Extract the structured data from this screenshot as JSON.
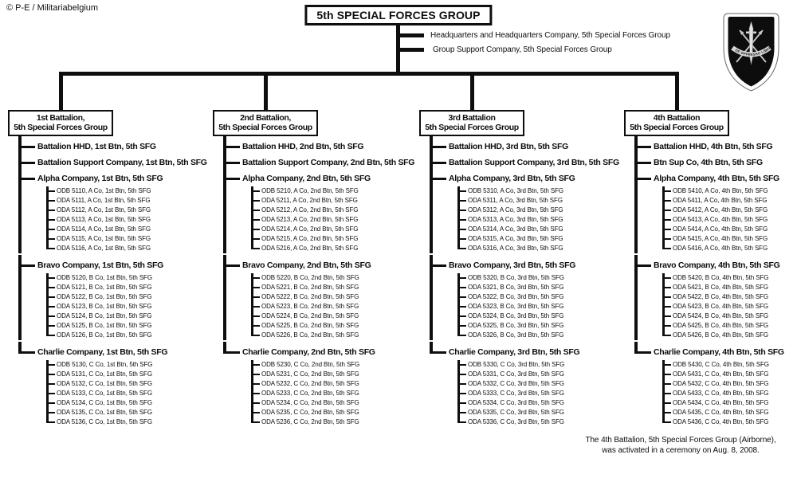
{
  "copyright": "© P-E / Militariabelgium",
  "title": "5th SPECIAL FORCES GROUP",
  "group_units": [
    "Headquarters and Headquarters Company,  5th Special Forces Group",
    "Group Support Company,  5th Special Forces Group"
  ],
  "insignia": {
    "name": "5th-special-forces-group-beret-flash",
    "motto": "DE OPPRESSO LIBER"
  },
  "battalions": [
    {
      "name_line1": "1st Battalion,",
      "name_line2": "5th Special Forces Group",
      "units": [
        {
          "label": "Battalion HHD, 1st Btn, 5th SFG",
          "teams": []
        },
        {
          "label": "Battalion  Support Company, 1st Btn, 5th SFG",
          "teams": []
        },
        {
          "label": "Alpha Company, 1st Btn, 5th SFG",
          "teams": [
            "ODB 5110, A Co, 1st Btn, 5th SFG",
            "ODA 5111, A Co, 1st Btn, 5th SFG",
            "ODA 5112, A Co, 1st Btn, 5th SFG",
            "ODA 5113, A Co, 1st Btn, 5th SFG",
            "ODA 5114, A Co, 1st Btn, 5th SFG",
            "ODA 5115, A Co, 1st Btn, 5th SFG",
            "ODA 5116, A Co, 1st Btn, 5th SFG"
          ]
        },
        {
          "label": "Bravo Company, 1st Btn, 5th SFG",
          "teams": [
            "ODB 5120, B Co, 1st Btn, 5th SFG",
            "ODA 5121, B Co, 1st Btn, 5th SFG",
            "ODA 5122, B Co, 1st Btn, 5th SFG",
            "ODA 5123, B Co, 1st Btn, 5th SFG",
            "ODA 5124, B Co, 1st Btn, 5th SFG",
            "ODA 5125, B Co, 1st Btn, 5th SFG",
            "ODA 5126, B Co, 1st Btn, 5th SFG"
          ]
        },
        {
          "label": "Charlie Company, 1st Btn, 5th SFG",
          "teams": [
            "ODB 5130, C Co, 1st Btn, 5th SFG",
            "ODA 5131, C Co, 1st Btn, 5th SFG",
            "ODA 5132, C Co, 1st Btn, 5th SFG",
            "ODA 5133, C Co, 1st Btn, 5th SFG",
            "ODA 5134, C Co, 1st Btn, 5th SFG",
            "ODA 5135, C Co, 1st Btn, 5th SFG",
            "ODA 5136, C Co, 1st Btn, 5th SFG"
          ]
        }
      ]
    },
    {
      "name_line1": "2nd Battalion,",
      "name_line2": "5th Special Forces Group",
      "units": [
        {
          "label": "Battalion HHD, 2nd Btn, 5th SFG",
          "teams": []
        },
        {
          "label": "Battalion  Support Company, 2nd Btn, 5th SFG",
          "teams": []
        },
        {
          "label": "Alpha Company, 2nd Btn, 5th SFG",
          "teams": [
            "ODB 5210, A Co, 2nd Btn, 5th SFG",
            "ODA 5211, A Co, 2nd Btn, 5th SFG",
            "ODA 5212, A Co, 2nd Btn, 5th SFG",
            "ODA 5213, A Co, 2nd Btn, 5th SFG",
            "ODA 5214, A Co, 2nd Btn, 5th SFG",
            "ODA 5215, A Co, 2nd Btn, 5th SFG",
            "ODA 5216, A Co, 2nd Btn, 5th SFG"
          ]
        },
        {
          "label": "Bravo Company, 2nd Btn, 5th SFG",
          "teams": [
            "ODB 5220, B Co, 2nd Btn, 5th SFG",
            "ODA 5221, B Co, 2nd Btn, 5th SFG",
            "ODA 5222, B Co, 2nd Btn, 5th SFG",
            "ODA 5223, B Co, 2nd Btn, 5th SFG",
            "ODA 5224, B Co, 2nd Btn, 5th SFG",
            "ODA 5225, B Co, 2nd Btn, 5th SFG",
            "ODA 5226, B Co, 2nd Btn, 5th SFG"
          ]
        },
        {
          "label": "Charlie Company, 2nd Btn, 5th SFG",
          "teams": [
            "ODB 5230, C Co, 2nd Btn, 5th SFG",
            "ODA 5231, C Co, 2nd Btn, 5th SFG",
            "ODA 5232, C Co, 2nd Btn, 5th SFG",
            "ODA 5233, C Co, 2nd Btn, 5th SFG",
            "ODA 5234, C Co, 2nd Btn, 5th SFG",
            "ODA 5235, C Co, 2nd Btn, 5th SFG",
            "ODA 5236, C Co, 2nd Btn, 5th SFG"
          ]
        }
      ]
    },
    {
      "name_line1": "3rd Battalion",
      "name_line2": "5th Special Forces Group",
      "units": [
        {
          "label": "Battalion HHD,  3rd Btn, 5th SFG",
          "teams": []
        },
        {
          "label": "Battalion  Support Company, 3rd Btn,  5th SFG",
          "teams": []
        },
        {
          "label": "Alpha Company, 3rd Btn, 5th SFG",
          "teams": [
            "ODB 5310, A Co, 3rd Btn, 5th SFG",
            "ODA 5311, A Co, 3rd Btn, 5th SFG",
            "ODA 5312, A Co, 3rd Btn, 5th SFG",
            "ODA 5313, A Co, 3rd Btn, 5th SFG",
            "ODA 5314, A Co, 3rd Btn, 5th SFG",
            "ODA 5315, A Co, 3rd Btn, 5th SFG",
            "ODA 5316, A Co, 3rd Btn, 5th SFG"
          ]
        },
        {
          "label": "Bravo Company, 3rd Btn, 5th SFG",
          "teams": [
            "ODB 5320, B Co, 3rd Btn, 5th SFG",
            "ODA 5321, B Co, 3rd Btn, 5th SFG",
            "ODA 5322, B Co, 3rd Btn, 5th SFG",
            "ODA 5323, B Co, 3rd Btn, 5th SFG",
            "ODA 5324, B Co, 3rd Btn, 5th SFG",
            "ODA 5325, B Co, 3rd Btn, 5th SFG",
            "ODA 5326, B Co, 3rd Btn, 5th SFG"
          ]
        },
        {
          "label": "Charlie Company, 3rd Btn, 5th SFG",
          "teams": [
            "ODB 5330, C Co, 3rd Btn, 5th SFG",
            "ODA 5331, C Co, 3rd Btn, 5th SFG",
            "ODA 5332, C Co, 3rd Btn, 5th SFG",
            "ODA 5333, C Co, 3rd Btn, 5th SFG",
            "ODA 5334, C Co, 3rd Btn, 5th SFG",
            "ODA 5335, C Co, 3rd Btn, 5th SFG",
            "ODA 5336, C Co, 3rd Btn, 5th SFG"
          ]
        }
      ]
    },
    {
      "name_line1": "4th Battalion",
      "name_line2": "5th Special Forces Group",
      "units": [
        {
          "label": "Battalion HHD, 4th Btn, 5th SFG",
          "teams": []
        },
        {
          "label": "Btn  Sup Co, 4th Btn, 5th SFG",
          "teams": []
        },
        {
          "label": "Alpha Company, 4th Btn, 5th SFG",
          "teams": [
            "ODB 5410, A Co, 4th Btn, 5th SFG",
            "ODA 5411, A Co, 4th Btn, 5th SFG",
            "ODA 5412, A Co, 4th Btn, 5th SFG",
            "ODA 5413, A Co, 4th Btn, 5th SFG",
            "ODA 5414, A Co, 4th Btn, 5th SFG",
            "ODA 5415, A Co, 4th Btn, 5th SFG",
            "ODA 5416, A Co, 4th Btn, 5th SFG"
          ]
        },
        {
          "label": "Bravo Company, 4th Btn, 5th SFG",
          "teams": [
            "ODB 5420, B Co, 4th Btn, 5th SFG",
            "ODA 5421, B Co, 4th Btn, 5th SFG",
            "ODA 5422, B Co, 4th Btn, 5th SFG",
            "ODA 5423, B Co, 4th Btn, 5th SFG",
            "ODA 5424, B Co, 4th Btn, 5th SFG",
            "ODA 5425, B Co, 4th Btn, 5th SFG",
            "ODA 5426, B Co, 4th Btn, 5th SFG"
          ]
        },
        {
          "label": "Charlie Company, 4th Btn, 5th SFG",
          "teams": [
            "ODB 5430, C Co, 4th Btn, 5th SFG",
            "ODA 5431, C Co, 4th Btn, 5th SFG",
            "ODA 5432, C Co, 4th Btn, 5th SFG",
            "ODA 5433, C Co, 4th Btn, 5th SFG",
            "ODA 5434, C Co, 4th Btn, 5th SFG",
            "ODA 5435, C Co, 4th Btn, 5th SFG",
            "ODA 5436, C Co, 4th Btn, 5th SFG"
          ]
        }
      ]
    }
  ],
  "footnote": [
    "The 4th Battalion, 5th Special Forces Group (Airborne),",
    "was activated in a ceremony on Aug. 8, 2008."
  ],
  "colors": {
    "line": "#0e0e0e",
    "background": "#ffffff"
  }
}
